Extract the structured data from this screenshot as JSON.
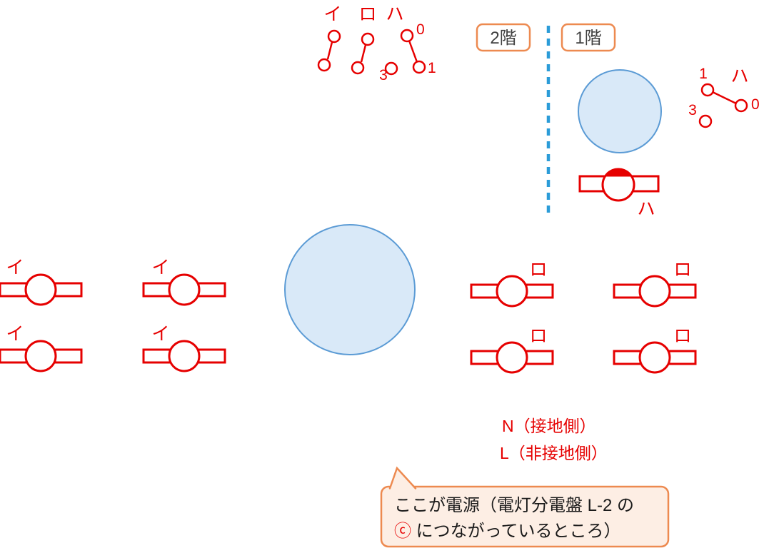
{
  "colors": {
    "device_red": "#e60000",
    "box_blue_stroke": "#5b9bd5",
    "box_blue_fill": "#d9e9f8",
    "divider_dashed_blue": "#2b9cd8",
    "orange_border": "#ed8a50",
    "callout_fill": "#fdeee4",
    "floor_text": "#404040",
    "callout_text": "#1a1a1a"
  },
  "device_labels": {
    "i": "イ",
    "ro": "ロ",
    "ha": "ハ"
  },
  "terminals": {
    "t0": "0",
    "t1": "1",
    "t3": "3"
  },
  "floors": {
    "second": "2階",
    "first": "1階"
  },
  "power": {
    "n_line": "N（接地側）",
    "l_line": "L（非接地側）"
  },
  "callout": {
    "line1": "ここが電源（電灯分電盤 L-2 の",
    "circled_c": "ⓒ",
    "line2_rest": "につながっているところ）"
  }
}
